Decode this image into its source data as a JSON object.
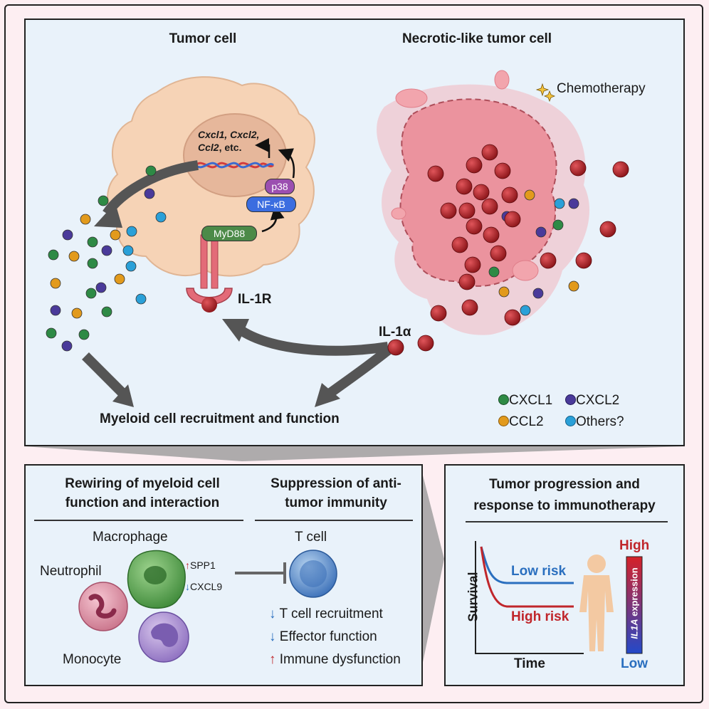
{
  "top": {
    "tumor_cell_title": "Tumor cell",
    "necrotic_title": "Necrotic-like tumor cell",
    "chemotherapy": "Chemotherapy",
    "genes_line1": "Cxcl1, Cxcl2,",
    "genes_line2_italic": "Ccl2",
    "genes_line2_rest": ", etc.",
    "p38": "p38",
    "nfkb": "NF-κB",
    "myd88": "MyD88",
    "il1r": "IL-1R",
    "il1a": "IL-1α",
    "recruitment": "Myeloid cell recruitment and function",
    "legend": [
      {
        "label": "CXCL1",
        "color": "#2e8a45"
      },
      {
        "label": "CXCL2",
        "color": "#4a3a9a"
      },
      {
        "label": "CCL2",
        "color": "#e29a1c"
      },
      {
        "label": "Others?",
        "color": "#2aa0d8"
      }
    ]
  },
  "bottom_left": {
    "title1_line1": "Rewiring of myeloid cell",
    "title1_line2": "function and interaction",
    "title2_line1": "Suppression of anti-",
    "title2_line2": "tumor immunity",
    "macrophage": "Macrophage",
    "neutrophil": "Neutrophil",
    "monocyte": "Monocyte",
    "t_cell": "T cell",
    "spp1": "SPP1",
    "cxcl9": "CXCL9",
    "effects": [
      {
        "arrow": "↓",
        "color": "#2a6fbf",
        "text": "T cell recruitment"
      },
      {
        "arrow": "↓",
        "color": "#2a6fbf",
        "text": "Effector function"
      },
      {
        "arrow": "↑",
        "color": "#c0262b",
        "text": "Immune dysfunction"
      }
    ]
  },
  "bottom_right": {
    "title_line1": "Tumor progression and",
    "title_line2": "response to immunotherapy",
    "y_axis": "Survival",
    "x_axis": "Time",
    "low_risk": "Low risk",
    "high_risk": "High risk",
    "high": "High",
    "low": "Low",
    "expression_gene": "IL1A",
    "expression_word": " expression",
    "colors": {
      "low_risk": "#2a6fbf",
      "high_risk": "#c0262b"
    }
  }
}
